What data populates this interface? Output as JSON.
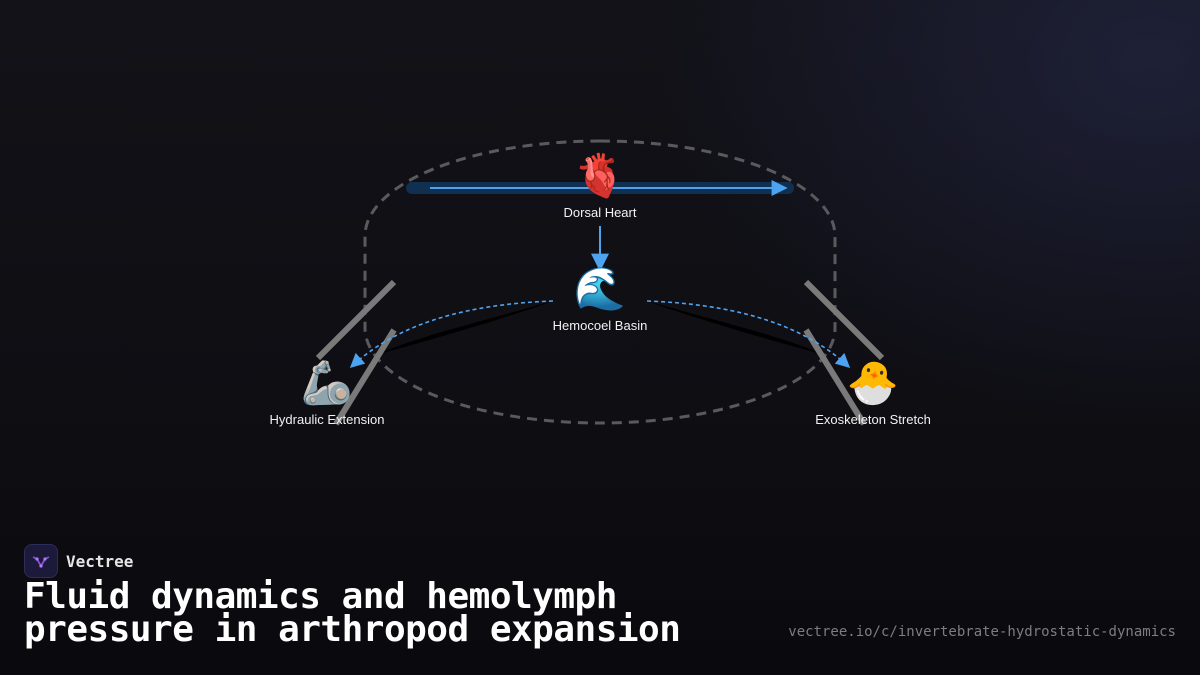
{
  "brand": {
    "name": "Vectree",
    "logo_icon": "vectree-logo-icon",
    "accent": "#8a4bdc"
  },
  "title": "Fluid dynamics and hemolymph pressure in arthropod expansion",
  "url": "vectree.io/c/invertebrate-hydrostatic-dynamics",
  "colors": {
    "flow_arrow": "#4da3f0",
    "dorsal_vessel": "#0f3050",
    "cycle_outline": "#5a5a5e",
    "lever_bars": "#7a7a7a"
  },
  "diagram": {
    "nodes": {
      "heart": {
        "icon": "anatomical-heart-icon",
        "glyph": "🫀",
        "label": "Dorsal Heart"
      },
      "basin": {
        "icon": "water-wave-icon",
        "glyph": "🌊",
        "label": "Hemocoel Basin"
      },
      "extension": {
        "icon": "mechanical-arm-icon",
        "glyph": "🦾",
        "label": "Hydraulic Extension"
      },
      "stretch": {
        "icon": "hatching-chick-icon",
        "glyph": "🐣",
        "label": "Exoskeleton Stretch"
      }
    },
    "edges": [
      {
        "from": "heart",
        "to": "heart",
        "style": "solid",
        "name": "dorsal-vessel-flow"
      },
      {
        "from": "heart",
        "to": "basin",
        "style": "solid",
        "name": "heart-to-basin"
      },
      {
        "from": "basin",
        "to": "extension",
        "style": "dashed",
        "name": "basin-to-extension"
      },
      {
        "from": "basin",
        "to": "stretch",
        "style": "dashed",
        "name": "basin-to-stretch"
      }
    ]
  }
}
